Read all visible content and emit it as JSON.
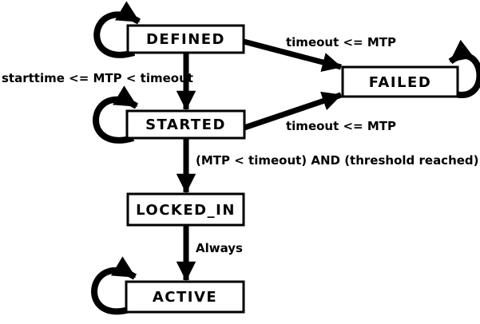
{
  "diagram": {
    "type": "state-machine",
    "colors": {
      "background": "#ffffff",
      "line": "#000000",
      "state_fill": "#ffffff",
      "text": "#000000"
    },
    "states": [
      {
        "id": "defined",
        "label": "DEFINED",
        "has_self_loop": true
      },
      {
        "id": "started",
        "label": "STARTED",
        "has_self_loop": true
      },
      {
        "id": "failed",
        "label": "FAILED",
        "has_self_loop": true
      },
      {
        "id": "locked_in",
        "label": "LOCKED_IN",
        "has_self_loop": false
      },
      {
        "id": "active",
        "label": "ACTIVE",
        "has_self_loop": true
      }
    ],
    "transitions": [
      {
        "from": "DEFINED",
        "to": "STARTED",
        "label": "starttime <= MTP < timeout"
      },
      {
        "from": "DEFINED",
        "to": "FAILED",
        "label": "timeout <= MTP"
      },
      {
        "from": "STARTED",
        "to": "FAILED",
        "label": "timeout <= MTP"
      },
      {
        "from": "STARTED",
        "to": "LOCKED_IN",
        "label": "(MTP < timeout) AND (threshold reached)"
      },
      {
        "from": "LOCKED_IN",
        "to": "ACTIVE",
        "label": "Always"
      }
    ],
    "self_loops": [
      {
        "state": "DEFINED",
        "side": "left"
      },
      {
        "state": "STARTED",
        "side": "left"
      },
      {
        "state": "FAILED",
        "side": "right"
      },
      {
        "state": "ACTIVE",
        "side": "left"
      }
    ]
  }
}
